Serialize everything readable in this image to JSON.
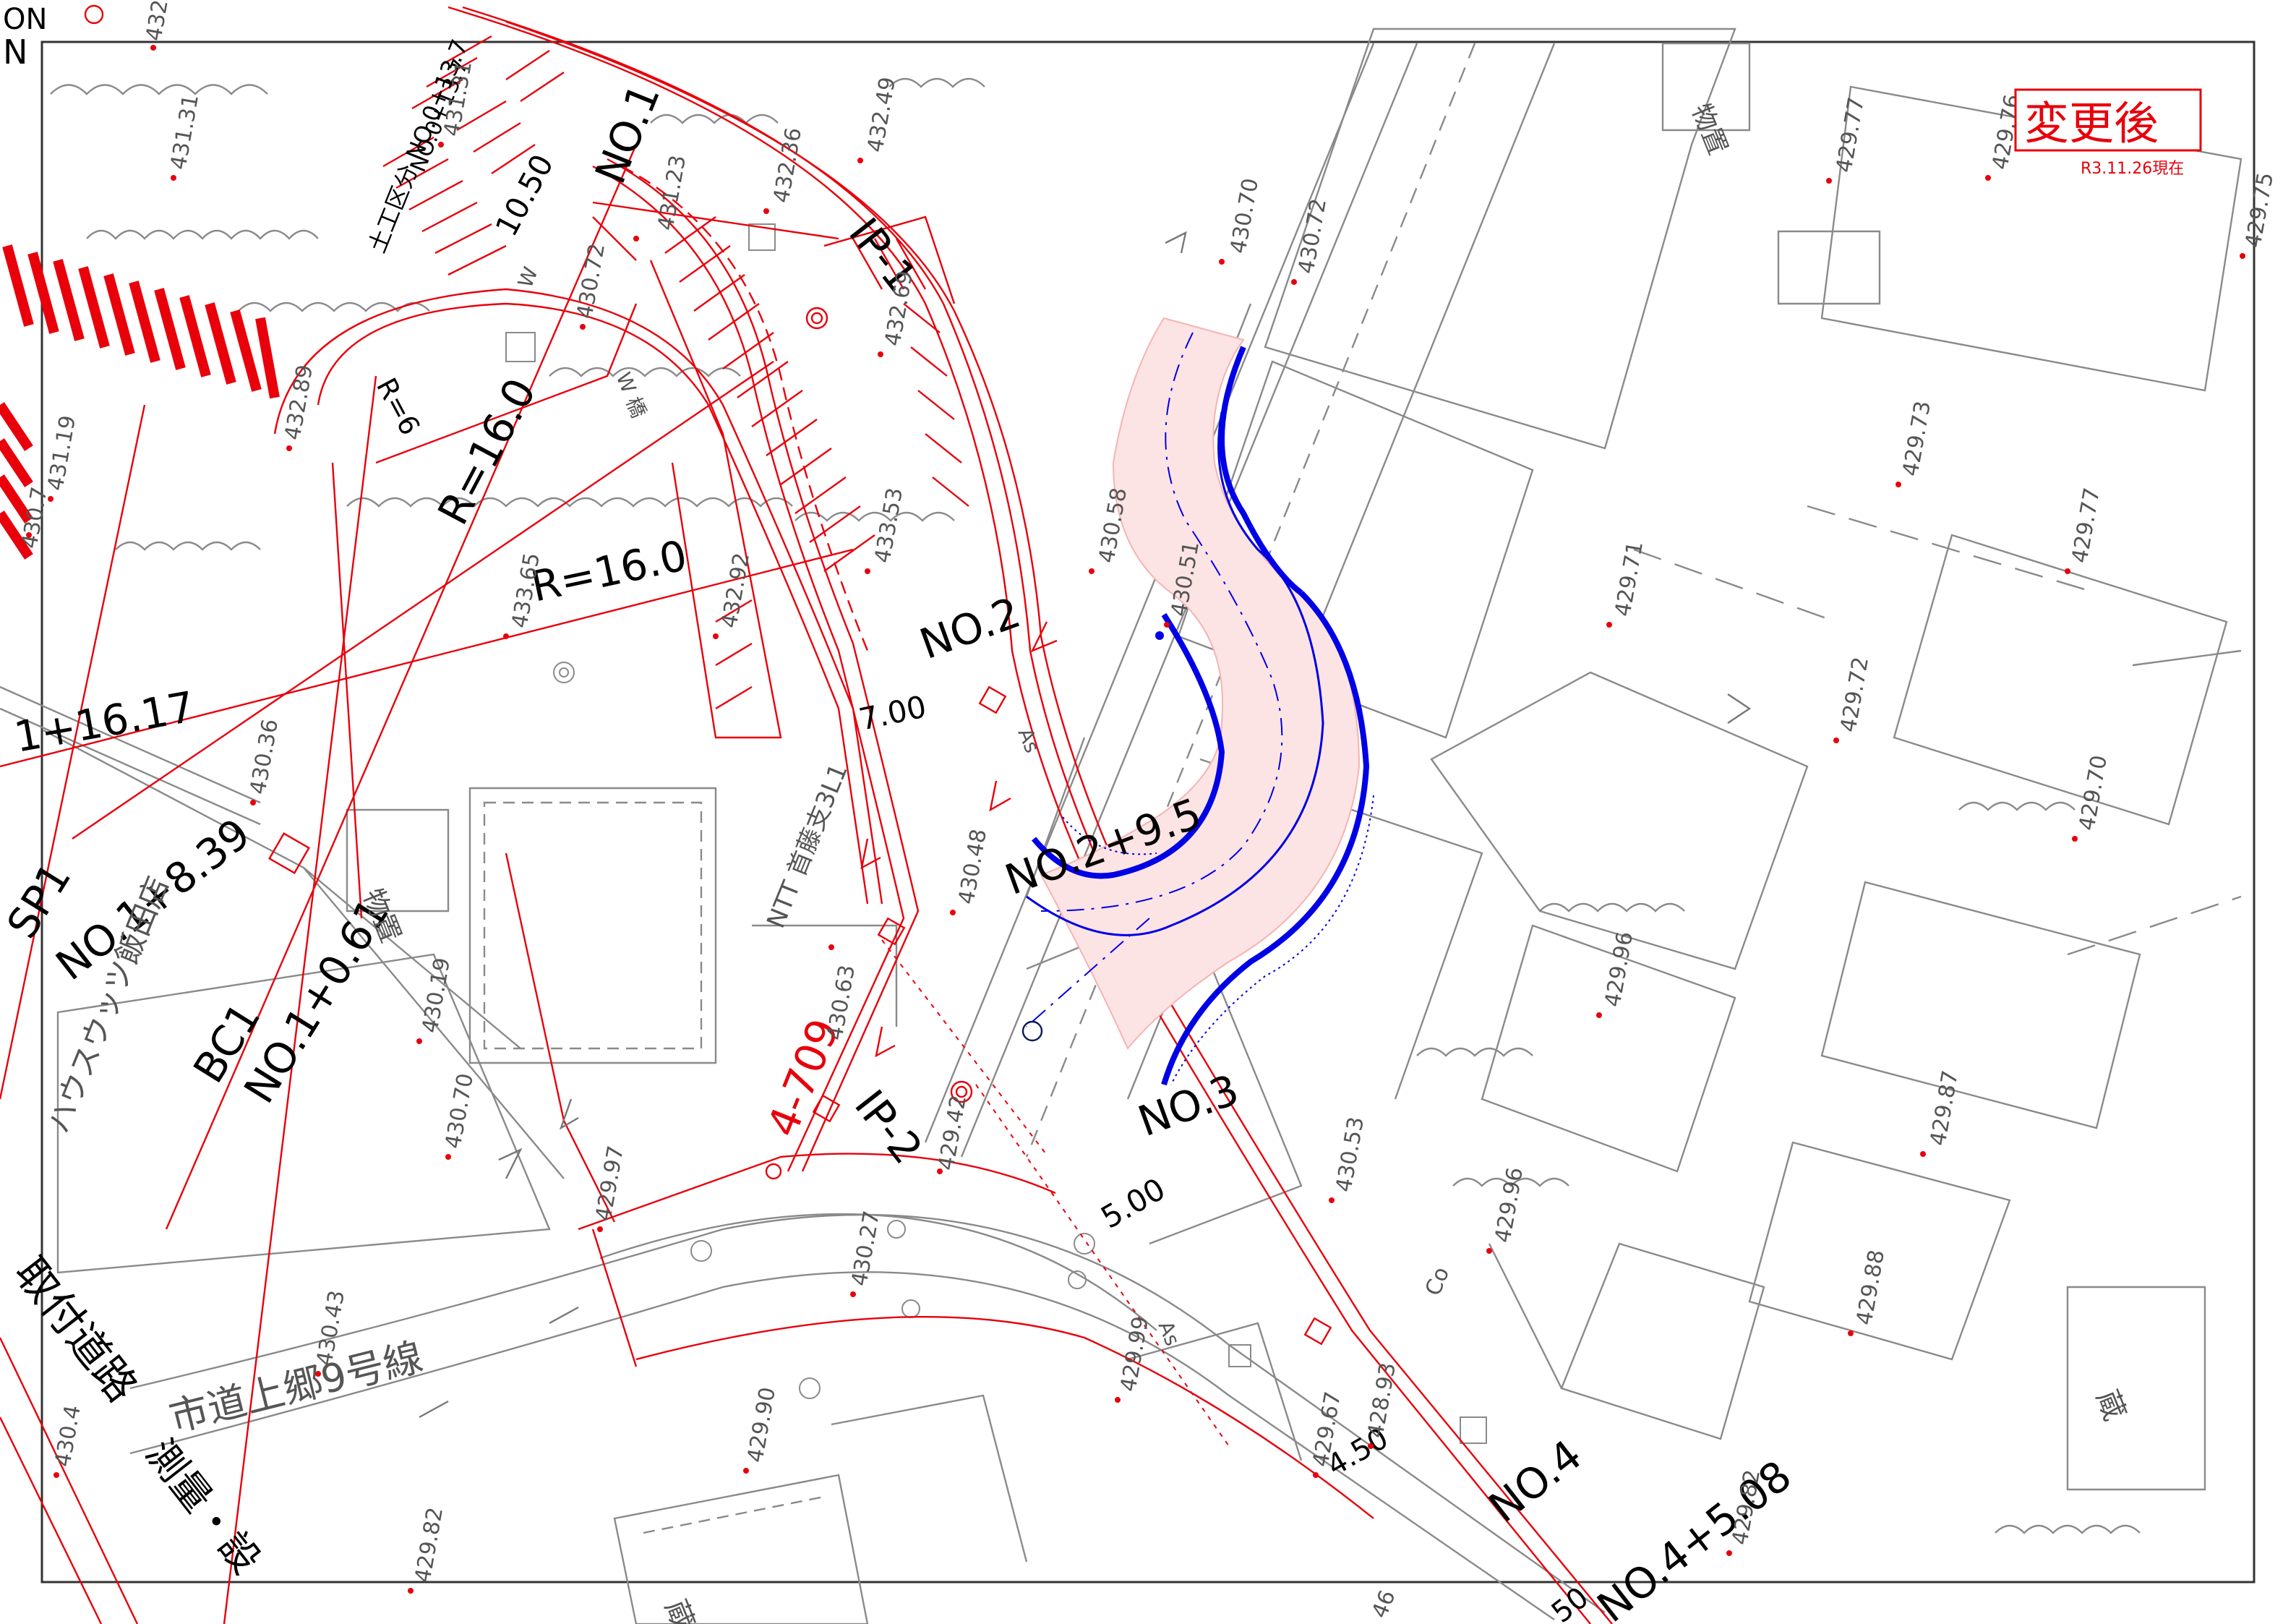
{
  "stamp": {
    "title": "変更後",
    "date": "R3.11.26現在"
  },
  "stations": {
    "no1": "NO.1",
    "no2": "NO.2",
    "no2_9_5": "NO.2+9.5",
    "no3": "NO.3",
    "no4": "NO.4",
    "no4_5_08": "NO.4+5.08",
    "no1_8_39": "NO.1+8.39",
    "no1_0_61": "NO.1+0.61",
    "no1_16_17": "1+16.17",
    "no0_13_7": "NO.0+13.7"
  },
  "points": {
    "ip1": "IP-1",
    "ip2": "IP-2",
    "sp1": "SP1",
    "bc1": "BC1"
  },
  "radii": {
    "r16a": "R=16.0",
    "r16b": "R=16.0",
    "r6": "R=6"
  },
  "widths": {
    "w10_50": "10.50",
    "w7_00": "7.00",
    "w5_00": "5.00",
    "w4_50": "4.50"
  },
  "lot": "4-709",
  "roads": {
    "city_road": "市道上郷9号線",
    "access_road": "取付道路",
    "survey": "測量・設"
  },
  "places": {
    "store": "ハウスウッツ飯田店",
    "ntt": "NTT 首藤支3L1",
    "boundary": "土工区分 NO.0+13.7",
    "shed1": "物置",
    "shed2": "物置",
    "kura1": "蔵",
    "kura2": "蔵",
    "bridge": "W 橋",
    "as1": "As",
    "as2": "As",
    "co": "Co",
    "w": "W",
    "n": "N",
    "fifty": "50",
    "fortysix": "46",
    "sheet": "ON"
  },
  "elevations": [
    {
      "id": "e1",
      "v": "432"
    },
    {
      "id": "e2",
      "v": "431.31"
    },
    {
      "id": "e3",
      "v": "431.31"
    },
    {
      "id": "e4",
      "v": "432.49"
    },
    {
      "id": "e5",
      "v": "432.36"
    },
    {
      "id": "e6",
      "v": "431.23"
    },
    {
      "id": "e7",
      "v": "430.72"
    },
    {
      "id": "e8",
      "v": "432.69"
    },
    {
      "id": "e9",
      "v": "432.89"
    },
    {
      "id": "e10",
      "v": "431.19"
    },
    {
      "id": "e11",
      "v": "433.53"
    },
    {
      "id": "e12",
      "v": "433.65"
    },
    {
      "id": "e13",
      "v": "432.92"
    },
    {
      "id": "e14",
      "v": "430.36"
    },
    {
      "id": "e15",
      "v": "430.19"
    },
    {
      "id": "e16",
      "v": "430.70"
    },
    {
      "id": "e17",
      "v": "429.97"
    },
    {
      "id": "e18",
      "v": "430.43"
    },
    {
      "id": "e19",
      "v": "430.70"
    },
    {
      "id": "e20",
      "v": "430.72"
    },
    {
      "id": "e21",
      "v": "430.58"
    },
    {
      "id": "e22",
      "v": "430.51"
    },
    {
      "id": "e23",
      "v": "430.48"
    },
    {
      "id": "e24",
      "v": "430.63"
    },
    {
      "id": "e25",
      "v": "429.42"
    },
    {
      "id": "e26",
      "v": "430.27"
    },
    {
      "id": "e27",
      "v": "429.99"
    },
    {
      "id": "e28",
      "v": "429.90"
    },
    {
      "id": "e29",
      "v": "429.82"
    },
    {
      "id": "e30",
      "v": "430.53"
    },
    {
      "id": "e31",
      "v": "429.96"
    },
    {
      "id": "e32",
      "v": "428.93"
    },
    {
      "id": "e33",
      "v": "429.67"
    },
    {
      "id": "e34",
      "v": "429.77"
    },
    {
      "id": "e35",
      "v": "429.73"
    },
    {
      "id": "e36",
      "v": "429.71"
    },
    {
      "id": "e37",
      "v": "429.77"
    },
    {
      "id": "e38",
      "v": "429.72"
    },
    {
      "id": "e39",
      "v": "429.70"
    },
    {
      "id": "e40",
      "v": "429.96"
    },
    {
      "id": "e41",
      "v": "429.87"
    },
    {
      "id": "e42",
      "v": "429.88"
    },
    {
      "id": "e43",
      "v": "429.82"
    },
    {
      "id": "e44",
      "v": "429.76"
    },
    {
      "id": "e45",
      "v": "429.75"
    },
    {
      "id": "e46",
      "v": "430.4"
    },
    {
      "id": "e47",
      "v": "430.7"
    }
  ],
  "colors": {
    "design_red": "#e8000b",
    "proposal_blue": "#0000e6",
    "proposal_fill": "#fde4e4",
    "base_gray": "#7a7a7a"
  }
}
